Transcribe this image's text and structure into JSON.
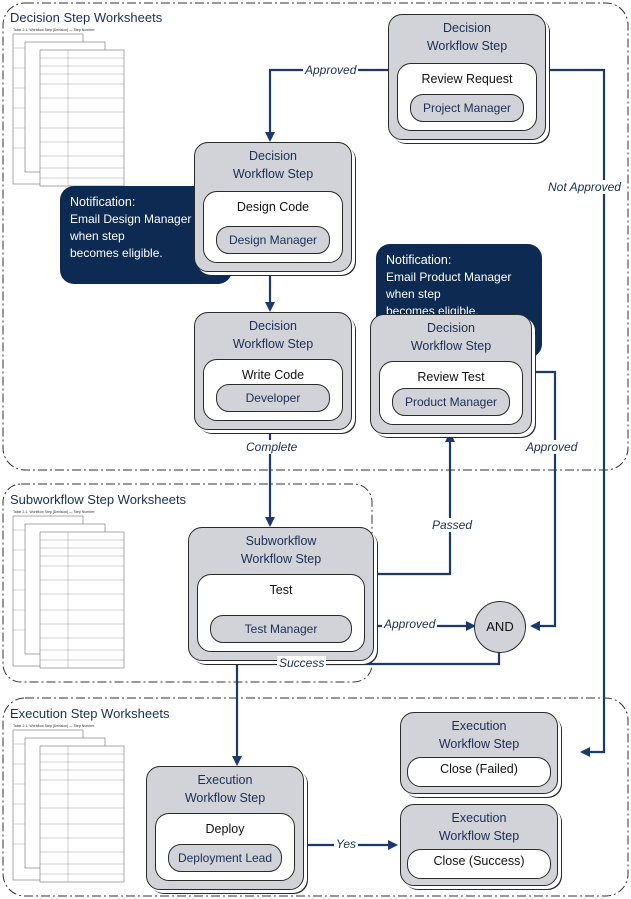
{
  "regions": {
    "decision": "Decision Step Worksheets",
    "subworkflow": "Subworkflow Step Worksheets",
    "execution": "Execution Step Worksheets"
  },
  "thumb_caption": "Table 2-1. Workflow Step [Decision] — Step Number:",
  "steps": {
    "review_request": {
      "type": "Decision\nWorkflow Step",
      "title": "Review Request",
      "role": "Project Manager"
    },
    "design_code": {
      "type": "Decision\nWorkflow Step",
      "title": "Design Code",
      "role": "Design Manager"
    },
    "write_code": {
      "type": "Decision\nWorkflow Step",
      "title": "Write Code",
      "role": "Developer"
    },
    "review_test": {
      "type": "Decision\nWorkflow Step",
      "title": "Review Test",
      "role": "Product Manager"
    },
    "test": {
      "type": "Subworkflow\nWorkflow Step",
      "title": "Test",
      "role": "Test Manager"
    },
    "deploy": {
      "type": "Execution\nWorkflow Step",
      "title": "Deploy",
      "role": "Deployment Lead"
    },
    "close_failed": {
      "type": "Execution\nWorkflow Step",
      "title": "Close (Failed)"
    },
    "close_success": {
      "type": "Execution\nWorkflow Step",
      "title": "Close (Success)"
    }
  },
  "notes": {
    "design": {
      "heading": "Notification:",
      "text": "Email Design Manager\nwhen step\nbecomes eligible."
    },
    "product": {
      "heading": "Notification:",
      "text": "Email Product Manager\nwhen step\nbecomes eligible."
    }
  },
  "and_label": "AND",
  "flow_labels": {
    "approved_top": "Approved",
    "not_approved": "Not Approved",
    "complete": "Complete",
    "approved_right": "Approved",
    "passed": "Passed",
    "approved_test": "Approved",
    "success": "Success",
    "yes": "Yes"
  },
  "colors": {
    "step_fill": "#d1d3d9",
    "note_fill": "#0d2a52",
    "text_navy": "#1a2e55",
    "arrow": "#1a3a6e"
  }
}
